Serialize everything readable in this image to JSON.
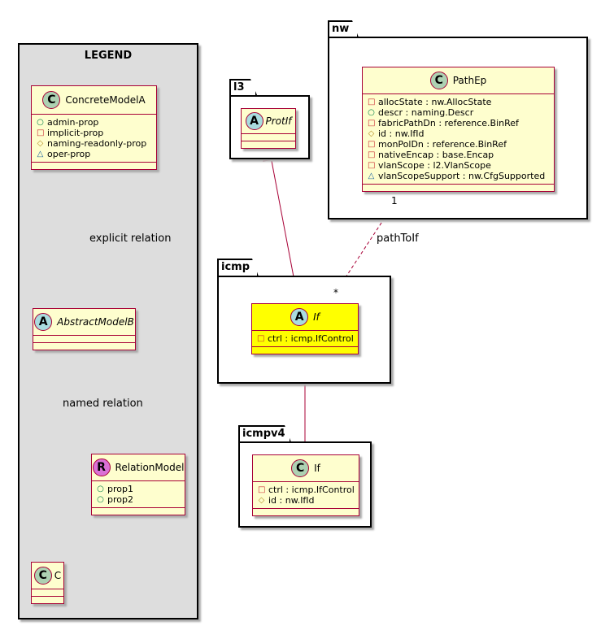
{
  "legend": {
    "title": "LEGEND",
    "concrete": {
      "name": "ConcreteModelA",
      "stereotype": "C",
      "attrs": [
        {
          "vis": "public",
          "sym": "○",
          "text": "admin-prop"
        },
        {
          "vis": "private",
          "sym": "□",
          "text": "implicit-prop"
        },
        {
          "vis": "protected",
          "sym": "◇",
          "text": "naming-readonly-prop"
        },
        {
          "vis": "package",
          "sym": "△",
          "text": "oper-prop"
        }
      ]
    },
    "explicit_label": "explicit relation",
    "abstract": {
      "name": "AbstractModelB",
      "stereotype": "A"
    },
    "named_label": "named relation",
    "relation": {
      "name": "RelationModel",
      "stereotype": "R",
      "attrs": [
        {
          "vis": "public",
          "sym": "○",
          "text": "prop1"
        },
        {
          "vis": "public",
          "sym": "○",
          "text": "prop2"
        }
      ]
    },
    "c": {
      "name": "C",
      "stereotype": "C"
    }
  },
  "packages": {
    "l3": {
      "name": "l3",
      "cls": {
        "name": "ProtIf",
        "stereotype": "A"
      }
    },
    "nw": {
      "name": "nw",
      "cls": {
        "name": "PathEp",
        "stereotype": "C",
        "attrs": [
          {
            "vis": "private",
            "sym": "□",
            "text": "allocState : nw.AllocState"
          },
          {
            "vis": "public",
            "sym": "○",
            "text": "descr : naming.Descr"
          },
          {
            "vis": "private",
            "sym": "□",
            "text": "fabricPathDn : reference.BinRef"
          },
          {
            "vis": "protected",
            "sym": "◇",
            "text": "id : nw.IfId"
          },
          {
            "vis": "private",
            "sym": "□",
            "text": "monPolDn : reference.BinRef"
          },
          {
            "vis": "private",
            "sym": "□",
            "text": "nativeEncap : base.Encap"
          },
          {
            "vis": "private",
            "sym": "□",
            "text": "vlanScope : l2.VlanScope"
          },
          {
            "vis": "package",
            "sym": "△",
            "text": "vlanScopeSupport : nw.CfgSupported"
          }
        ]
      }
    },
    "icmp": {
      "name": "icmp",
      "cls": {
        "name": "If",
        "stereotype": "A",
        "attrs": [
          {
            "vis": "private",
            "sym": "□",
            "text": "ctrl : icmp.IfControl"
          }
        ]
      }
    },
    "icmpv4": {
      "name": "icmpv4",
      "cls": {
        "name": "If",
        "stereotype": "C",
        "attrs": [
          {
            "vis": "private",
            "sym": "□",
            "text": "ctrl : icmp.IfControl"
          },
          {
            "vis": "protected",
            "sym": "◇",
            "text": "id : nw.IfId"
          }
        ]
      }
    }
  },
  "relations": {
    "pathToIf": {
      "label": "pathToIf",
      "source_mult": "1",
      "target_mult": "*"
    }
  },
  "colors": {
    "class_fill": "#fefece",
    "highlight_fill": "#ffff00",
    "border": "#a80036",
    "legend_fill": "#dddddd"
  }
}
